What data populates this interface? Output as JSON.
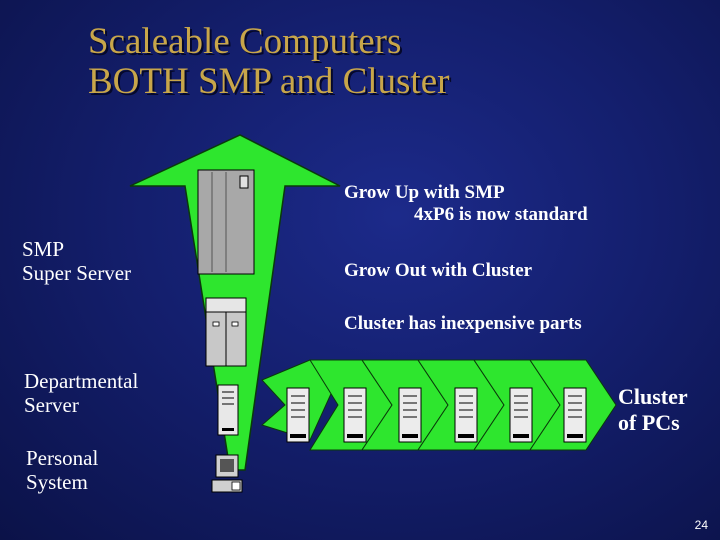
{
  "slide": {
    "title_line1": "Scaleable Computers",
    "title_line2": "BOTH SMP  and Cluster",
    "page_number": "24"
  },
  "left_labels": {
    "smp_line1": "SMP",
    "smp_line2": "Super Server",
    "departmental_line1": "Departmental",
    "departmental_line2": "Server",
    "personal_line1": "Personal",
    "personal_line2": "System"
  },
  "right_notes": {
    "grow_up_line1": "Grow Up with SMP",
    "grow_up_line2": "4xP6 is now standard",
    "grow_out": "Grow Out with Cluster",
    "inexpensive": "Cluster has inexpensive parts"
  },
  "cluster_label": {
    "line1": "Cluster",
    "line2": "of PCs"
  },
  "colors": {
    "arrow_green": "#2ee62e",
    "title_gold": "#c8a64a",
    "background": "#141f6e"
  }
}
